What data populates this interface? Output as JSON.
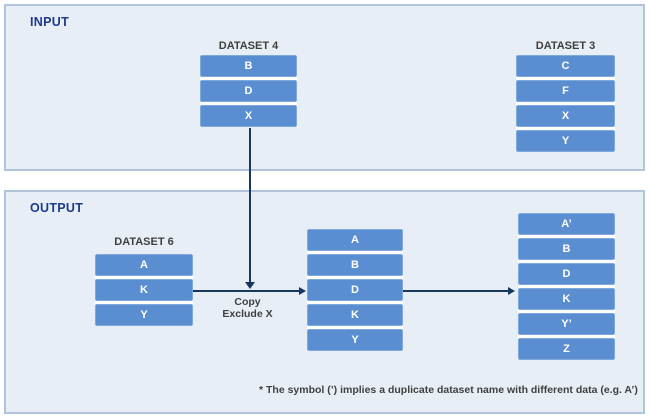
{
  "colors": {
    "panel_background": "#e8eef6",
    "panel_border": "#b2c4db",
    "box_fill": "#5b8dd1",
    "box_text": "#ffffff",
    "heading_blue": "#1e3a8f",
    "arrow_navy": "#16385e",
    "label_gray": "#3f3f3f"
  },
  "input_panel": {
    "label": "INPUT",
    "datasets": [
      {
        "name": "DATASET 4",
        "items": [
          "B",
          "D",
          "X"
        ]
      },
      {
        "name": "DATASET 3",
        "items": [
          "C",
          "F",
          "X",
          "Y"
        ]
      }
    ]
  },
  "output_panel": {
    "label": "OUTPUT",
    "datasets": [
      {
        "name": "DATASET 6",
        "items": [
          "A",
          "K",
          "Y"
        ]
      },
      {
        "name": "",
        "items": [
          "A",
          "B",
          "D",
          "K",
          "Y"
        ]
      },
      {
        "name": "",
        "items": [
          "A’",
          "B",
          "D",
          "K",
          "Y’",
          "Z"
        ]
      }
    ],
    "arrow_label": {
      "line1": "Copy",
      "line2": "Exclude X"
    },
    "footnote": "* The symbol (’) implies a duplicate dataset name with different data (e.g. A’)"
  }
}
